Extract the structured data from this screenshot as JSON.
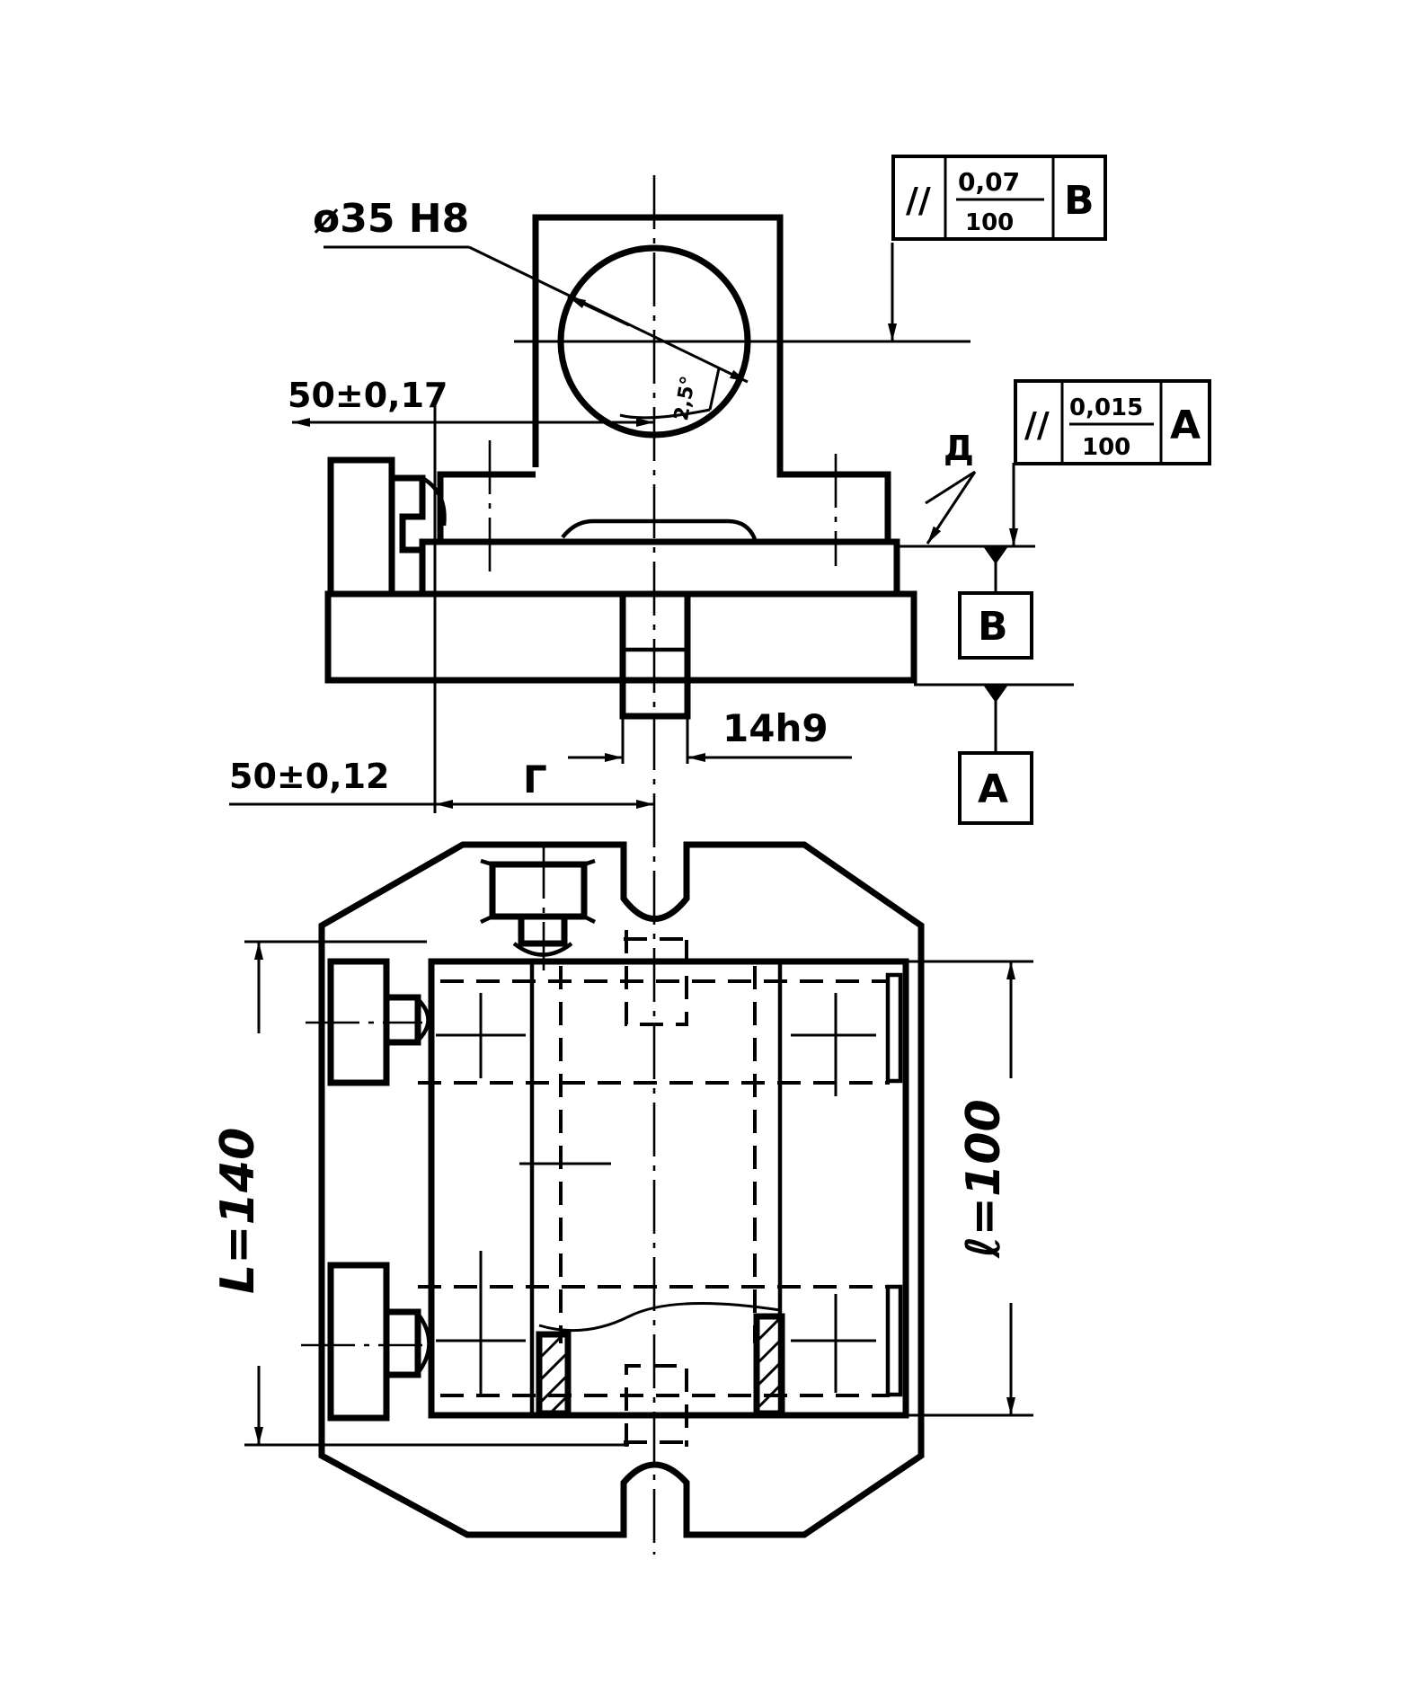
{
  "labels": {
    "bore_diameter": "ø35 H8",
    "angle": "2,5°",
    "dim_top_horizontal": "50±0,17",
    "dim_bottom_horizontal": "50±0,12",
    "key_width": "14h9",
    "view_g": "Г",
    "view_d": "Д",
    "length_L": "L=140",
    "length_l": "ℓ=100"
  },
  "tolerance_frames": [
    {
      "symbol": "//",
      "numerator": "0,07",
      "denominator": "100",
      "datum": "В"
    },
    {
      "symbol": "//",
      "numerator": "0,015",
      "denominator": "100",
      "datum": "А"
    }
  ],
  "datums": [
    "В",
    "А"
  ]
}
